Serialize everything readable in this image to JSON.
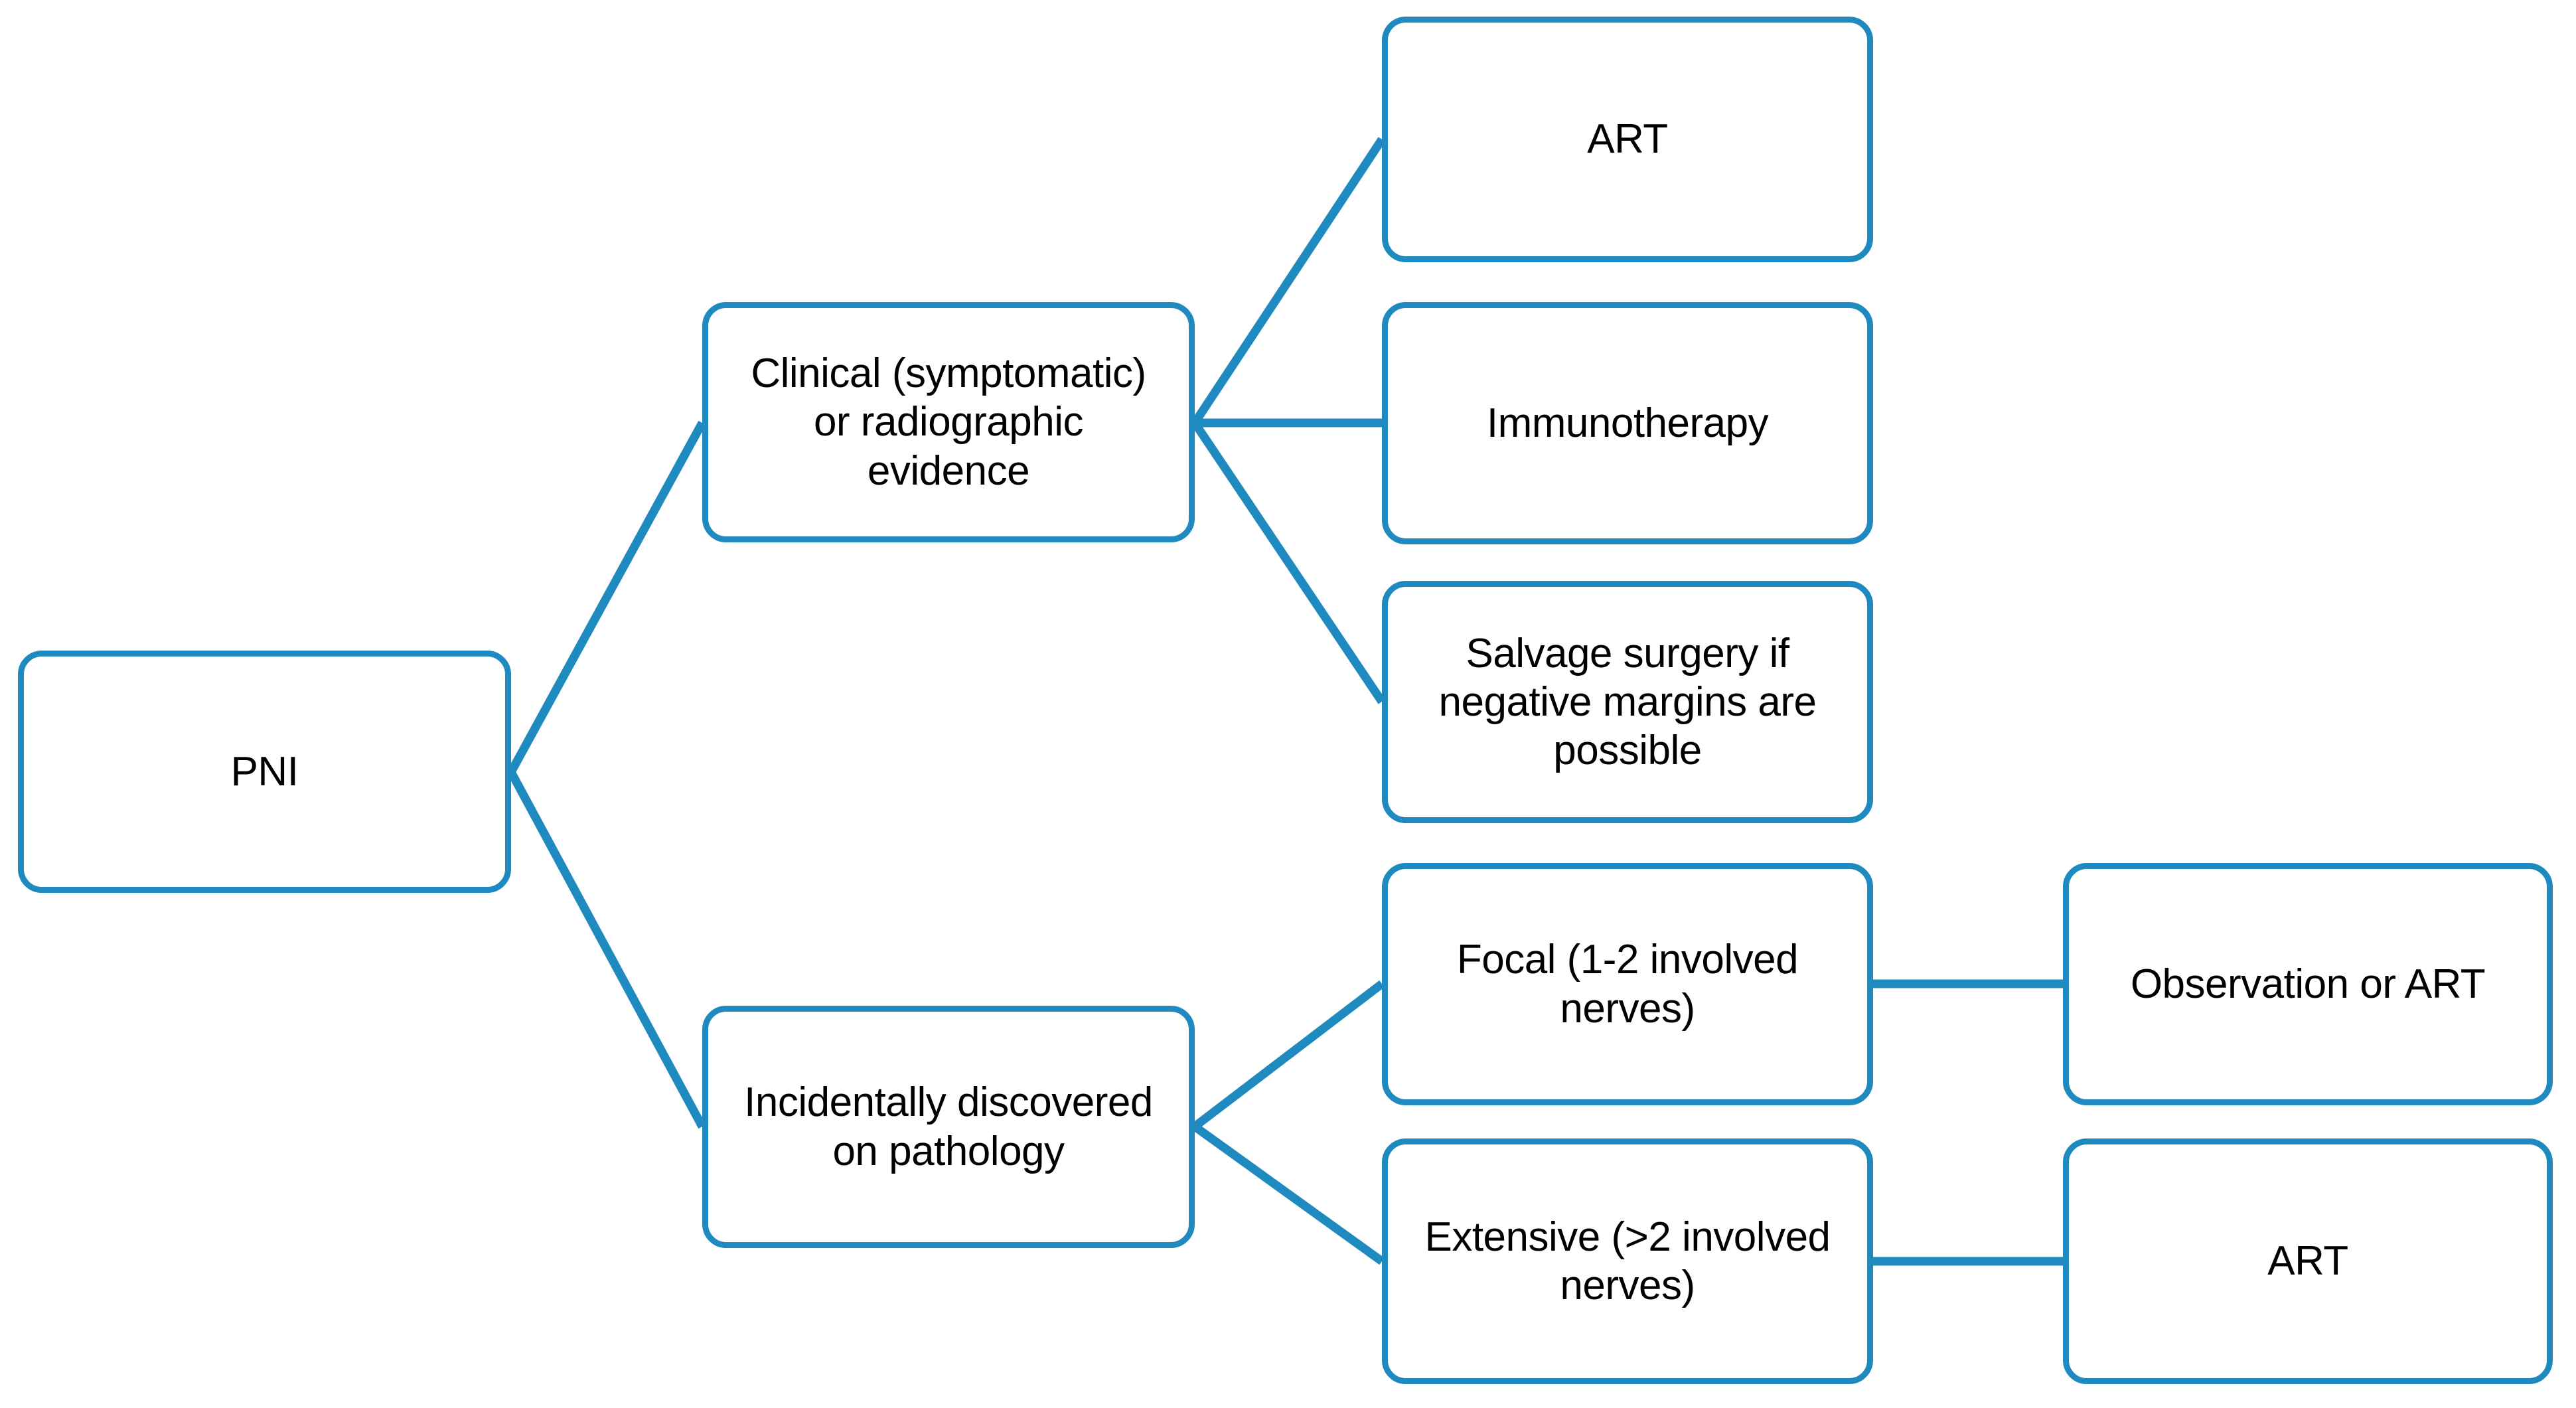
{
  "diagram": {
    "title": "PNI management flowchart",
    "accent_color": "#1f8ac0",
    "text_color": "#000000",
    "background_color": "#ffffff",
    "nodes": {
      "pni": {
        "label": "PNI"
      },
      "clinical": {
        "label": "Clinical (symptomatic)\nor radiographic\nevidence"
      },
      "incidental": {
        "label": "Incidentally discovered\non pathology"
      },
      "art_top": {
        "label": "ART"
      },
      "immunotherapy": {
        "label": "Immunotherapy"
      },
      "salvage": {
        "label": "Salvage surgery if\nnegative margins are\npossible"
      },
      "focal": {
        "label": "Focal (1-2 involved\nnerves)"
      },
      "extensive": {
        "label": "Extensive (>2 involved\nnerves)"
      },
      "observation_or_art": {
        "label": "Observation or ART"
      },
      "art_bottom": {
        "label": "ART"
      }
    },
    "edges": [
      {
        "from": "pni",
        "to": "clinical"
      },
      {
        "from": "pni",
        "to": "incidental"
      },
      {
        "from": "clinical",
        "to": "art_top"
      },
      {
        "from": "clinical",
        "to": "immunotherapy"
      },
      {
        "from": "clinical",
        "to": "salvage"
      },
      {
        "from": "incidental",
        "to": "focal"
      },
      {
        "from": "incidental",
        "to": "extensive"
      },
      {
        "from": "focal",
        "to": "observation_or_art"
      },
      {
        "from": "extensive",
        "to": "art_bottom"
      }
    ]
  }
}
